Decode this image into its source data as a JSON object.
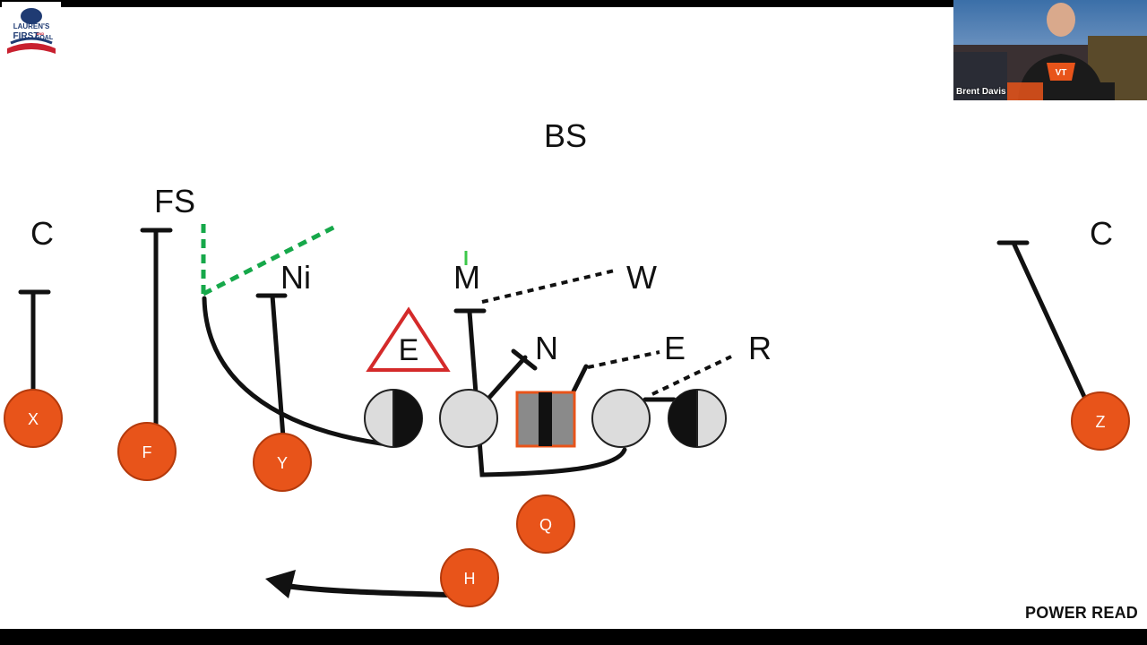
{
  "logo": {
    "line1": "LAUREN'S",
    "line2": "FIRST",
    "line2b": "AND",
    "line3": "GOAL"
  },
  "video": {
    "participant_name": "Brent Davis",
    "shirt_text": "VT"
  },
  "play_name": "POWER READ",
  "defense": {
    "bs": "BS",
    "fs": "FS",
    "c_left": "C",
    "c_right": "C",
    "ni": "Ni",
    "m": "M",
    "w": "W",
    "n": "N",
    "e_inside": "E",
    "e_outside": "E",
    "r": "R"
  },
  "offense": {
    "x": "X",
    "f": "F",
    "y": "Y",
    "q": "Q",
    "h": "H",
    "z": "Z"
  },
  "colors": {
    "player_fill": "#E8541A",
    "player_stroke": "#B43A0C",
    "lineman_fill": "#DCDCDC",
    "route_green": "#16A84A",
    "triangle_red": "#D42A2A",
    "center_fill": "#8A8A8A"
  }
}
